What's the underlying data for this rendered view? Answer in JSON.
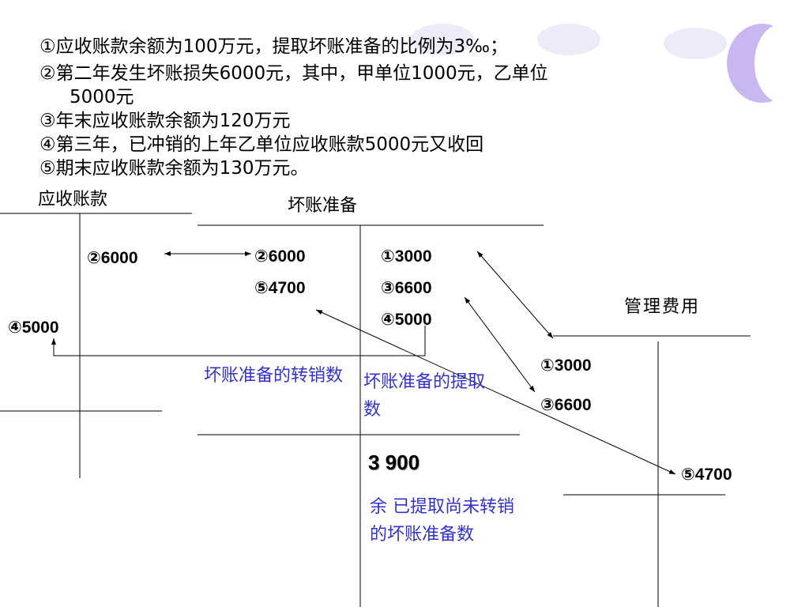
{
  "conditions": [
    "①应收账款余额为100万元，提取坏账准备的比例为3‰；",
    "②第二年发生坏账损失6000元，其中，甲单位1000元，乙单位",
    "5000元",
    "③年末应收账款余额为120万元",
    "④第三年，已冲销的上年乙单位应收账款5000元又收回",
    "⑤期末应收账款余额为130万元。"
  ],
  "accounts": {
    "receivable": {
      "title": "应收账款",
      "credit_entries": [
        "②6000"
      ],
      "debit_entries": [
        "④5000"
      ]
    },
    "bad_debt_reserve": {
      "title": "坏账准备",
      "debit_entries": [
        "②6000",
        "⑤4700"
      ],
      "credit_entries": [
        "①3000",
        "③6600",
        "④5000"
      ],
      "debit_note": "坏账准备的转销数",
      "credit_note": "坏账准备的提取数",
      "balance": "3 900",
      "balance_note": "余 已提取尚未转销的坏账准备数"
    },
    "admin_expense": {
      "title": "管理费用",
      "debit_entries": [
        "①3000",
        "③6600"
      ],
      "credit_entries": [
        "⑤4700"
      ]
    }
  },
  "colors": {
    "note_text": "#3333cc",
    "deco_circle": "#c9b8f0"
  }
}
